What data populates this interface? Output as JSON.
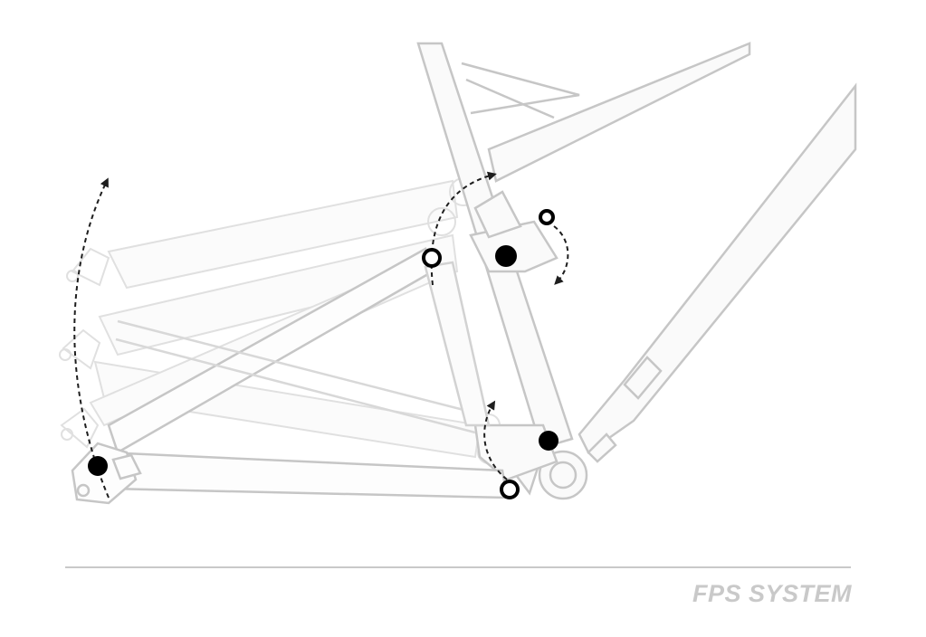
{
  "title": "FPS SYSTEM",
  "colors": {
    "frame_stroke": "#c6c6c6",
    "frame_fill": "#fafafa",
    "ghost_stroke": "#dcdcdc",
    "pivot_fixed": "#000000",
    "pivot_moving_ring": "#000000",
    "arrow": "#1e1e1e",
    "divider": "#c9c9c9",
    "caption": "#c9c9c9"
  },
  "icons": {
    "fixed_pivot": "filled-circle",
    "moving_pivot": "hollow-circle",
    "motion_path": "dashed-curved-arrow"
  }
}
